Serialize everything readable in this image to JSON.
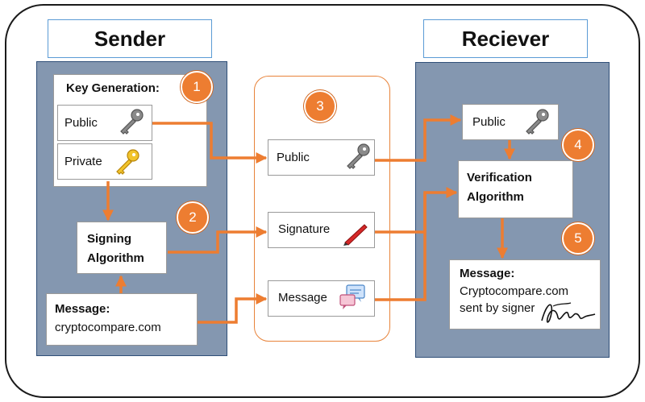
{
  "sender": {
    "title": "Sender"
  },
  "receiver": {
    "title": "Reciever"
  },
  "steps": [
    "1",
    "2",
    "3",
    "4",
    "5"
  ],
  "key_generation": {
    "label": "Key Generation:",
    "public": "Public",
    "private": "Private"
  },
  "signing": {
    "line1": "Signing",
    "line2": "Algorithm"
  },
  "sender_message": {
    "label": "Message:",
    "text": "cryptocompare.com"
  },
  "channel": {
    "public": "Public",
    "signature": "Signature",
    "message": "Message"
  },
  "receiver_public": "Public",
  "verification": {
    "line1": "Verification",
    "line2": "Algorithm"
  },
  "result": {
    "label": "Message:",
    "line1": "Cryptocompare.com",
    "line2": "sent by signer"
  },
  "colors": {
    "accent": "#ed7d31",
    "panel": "#8497b0",
    "header_border": "#5b9bd5"
  },
  "icons": [
    "grey-key-icon",
    "gold-key-icon",
    "red-pen-icon",
    "chat-bubbles-icon",
    "signature-scribble-icon"
  ]
}
